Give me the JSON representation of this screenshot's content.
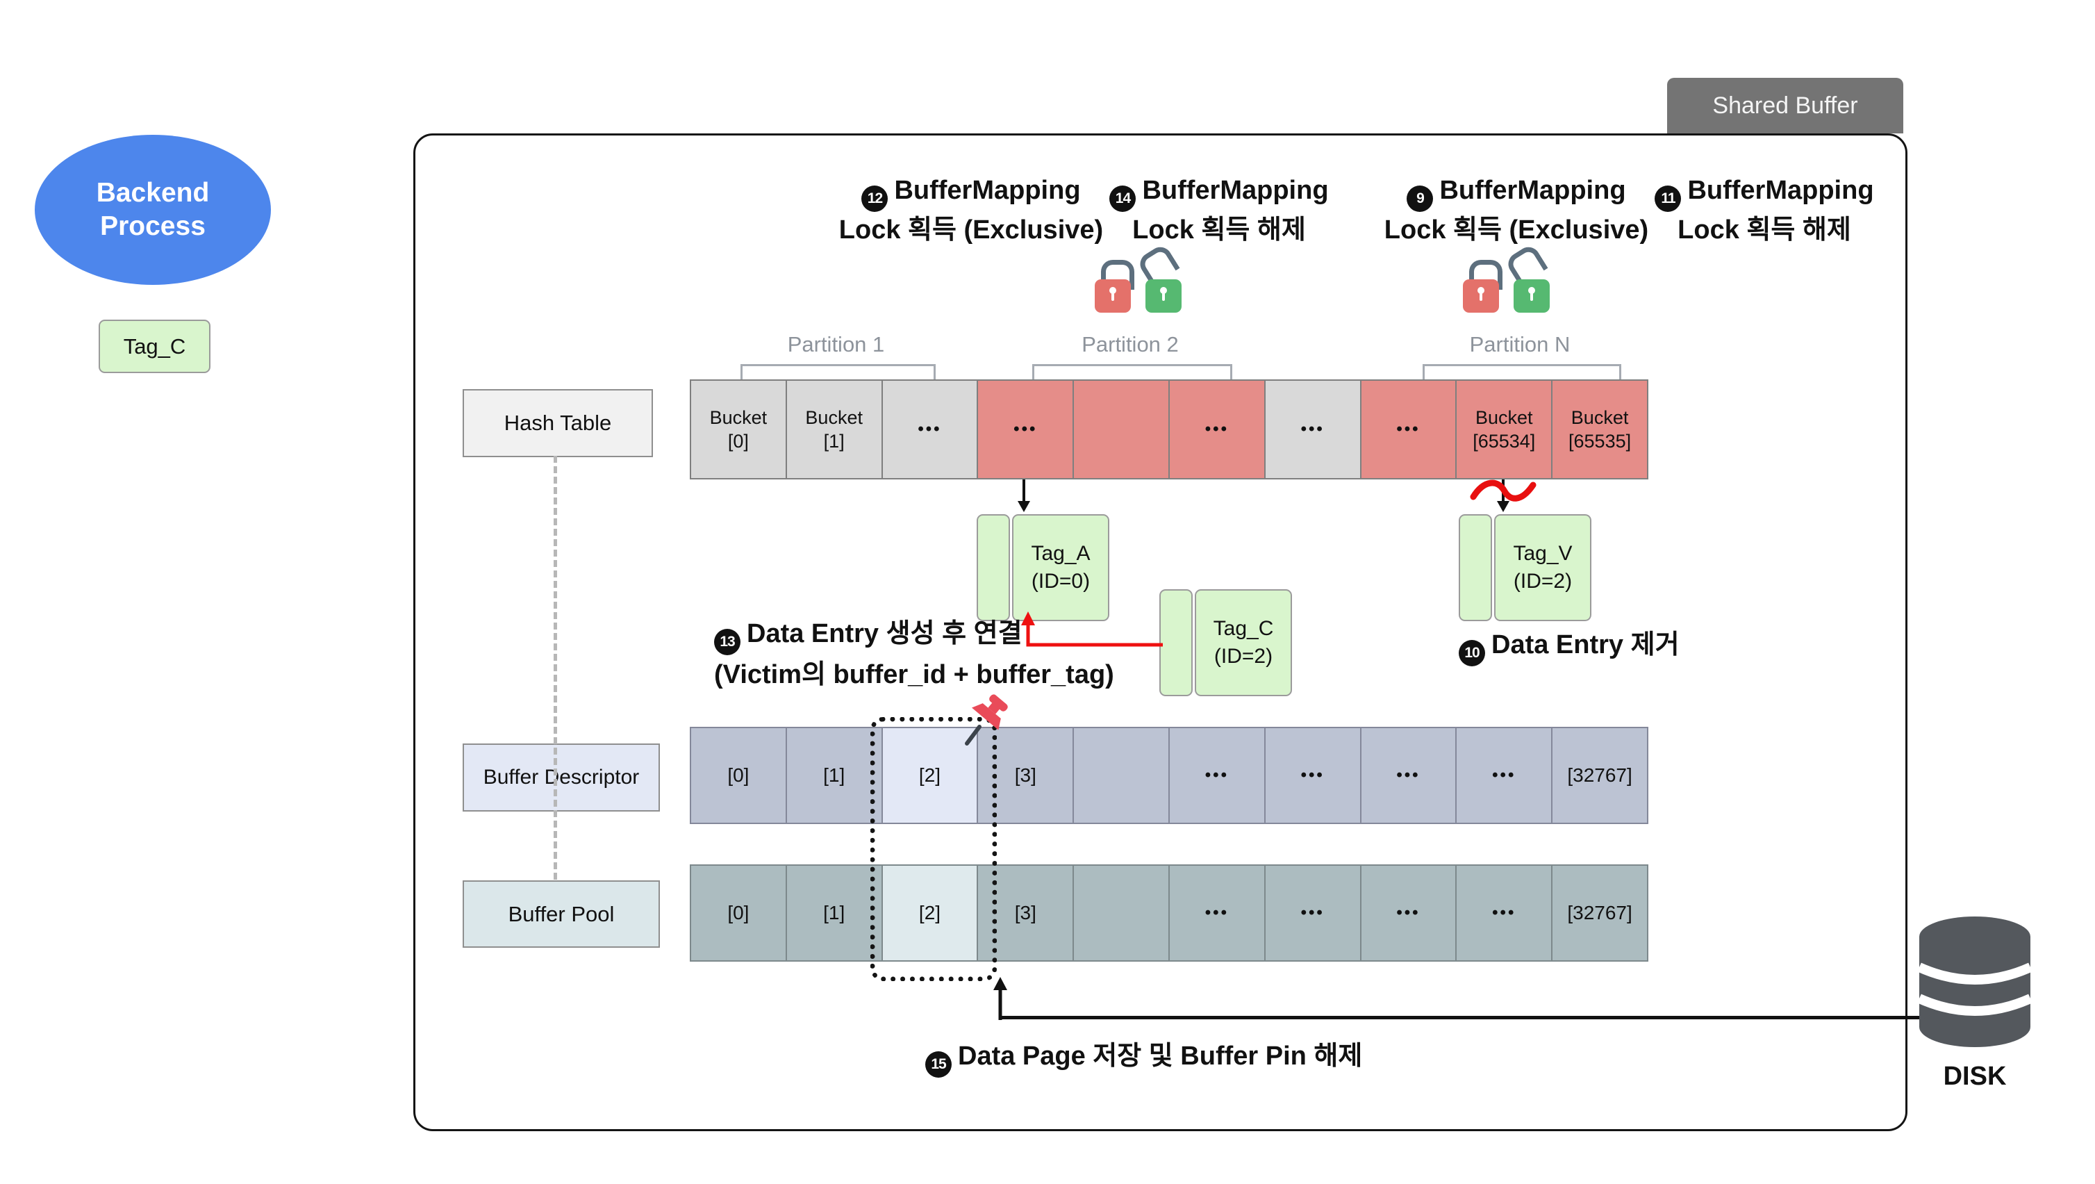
{
  "tab": {
    "label": "Shared Buffer"
  },
  "backend_process": {
    "line1": "Backend",
    "line2": "Process"
  },
  "side_tag": {
    "label": "Tag_C"
  },
  "lock_steps": [
    {
      "num": "12",
      "line1": "BufferMapping",
      "line2": "Lock 획득 (Exclusive)"
    },
    {
      "num": "14",
      "line1": "BufferMapping",
      "line2": "Lock 획득 해제"
    },
    {
      "num": "9",
      "line1": "BufferMapping",
      "line2": "Lock 획득 (Exclusive)"
    },
    {
      "num": "11",
      "line1": "BufferMapping",
      "line2": "Lock 획득 해제"
    }
  ],
  "partitions": {
    "p1": "Partition 1",
    "p2": "Partition 2",
    "pn": "Partition N"
  },
  "hash_table": {
    "label": "Hash Table",
    "cells": [
      {
        "line1": "Bucket",
        "line2": "[0]"
      },
      {
        "line1": "Bucket",
        "line2": "[1]"
      },
      {
        "line1": "•••",
        "line2": ""
      },
      {
        "line1": "•••",
        "line2": ""
      },
      {
        "line1": "",
        "line2": ""
      },
      {
        "line1": "•••",
        "line2": ""
      },
      {
        "line1": "•••",
        "line2": ""
      },
      {
        "line1": "•••",
        "line2": ""
      },
      {
        "line1": "Bucket",
        "line2": "[65534]"
      },
      {
        "line1": "Bucket",
        "line2": "[65535]"
      }
    ]
  },
  "tags": {
    "tag_a": {
      "line1": "Tag_A",
      "line2": "(ID=0)"
    },
    "tag_v": {
      "line1": "Tag_V",
      "line2": "(ID=2)"
    },
    "tag_c": {
      "line1": "Tag_C",
      "line2": "(ID=2)"
    }
  },
  "annotations": {
    "step13_num": "13",
    "step13_line1": "Data Entry 생성 후 연결",
    "step13_line2": "(Victim의 buffer_id + buffer_tag)",
    "step10_num": "10",
    "step10_text": "Data Entry 제거",
    "step15_num": "15",
    "step15_text": "Data Page 저장 및 Buffer Pin 해제"
  },
  "buffer_descriptor": {
    "label": "Buffer Descriptor",
    "cells": [
      "[0]",
      "[1]",
      "[2]",
      "[3]",
      "",
      "•••",
      "•••",
      "•••",
      "•••",
      "[32767]"
    ]
  },
  "buffer_pool": {
    "label": "Buffer Pool",
    "cells": [
      "[0]",
      "[1]",
      "[2]",
      "[3]",
      "",
      "•••",
      "•••",
      "•••",
      "•••",
      "[32767]"
    ]
  },
  "disk": {
    "label": "DISK"
  },
  "icons": {
    "locked-lock-icon": "red closed padlock",
    "unlocked-lock-icon": "green open padlock",
    "pushpin-icon": "red pushpin on buffer descriptor [2]",
    "disk-cylinder-icon": "dark database cylinder",
    "squiggle-icon": "red strike squiggle on bucket link"
  },
  "colors": {
    "backend_blue": "#4d86ec",
    "tag_green": "#d9f5cd",
    "hash_gray": "#d9d9d9",
    "hash_red": "#e58d89",
    "descriptor_cell": "#bcc3d3",
    "descriptor_highlight": "#e3e8f6",
    "pool_cell": "#acbcc0",
    "pool_highlight": "#dfeaed",
    "tab_gray": "#747474",
    "disk_gray": "#54585d",
    "lock_red": "#e4716a",
    "lock_green": "#56b971",
    "accent_red": "#ee1111"
  }
}
